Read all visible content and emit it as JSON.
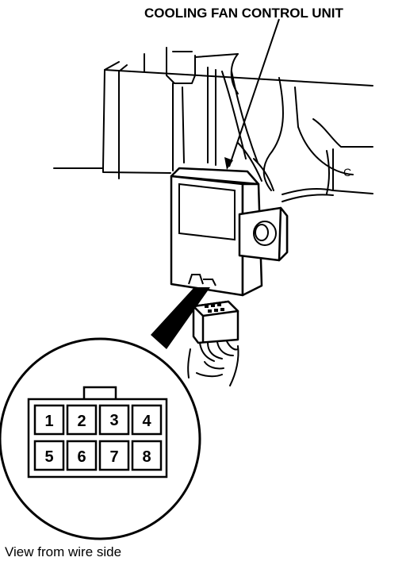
{
  "labels": {
    "title": "COOLING FAN CONTROL UNIT",
    "caption": "View from wire side",
    "ref_letter": "C"
  },
  "connector": {
    "pins": [
      "1",
      "2",
      "3",
      "4",
      "5",
      "6",
      "7",
      "8"
    ]
  }
}
